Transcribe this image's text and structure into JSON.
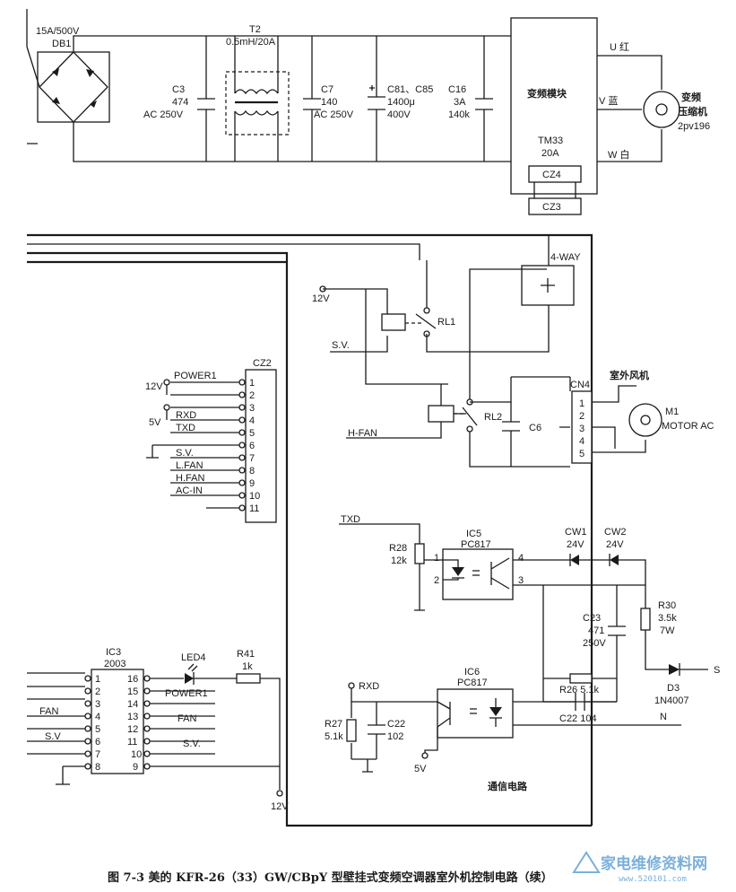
{
  "power_section": {
    "rectifier": [
      "15A/500V",
      "DB1"
    ],
    "choke": [
      "T2",
      "0.5mH/20A"
    ],
    "c3": [
      "C3",
      "474",
      "AC 250V"
    ],
    "c7": [
      "C7",
      "140",
      "AC 250V"
    ],
    "c81": [
      "C81、C85",
      "1400μ",
      "400V"
    ],
    "c16": [
      "C16",
      "3A",
      "140k"
    ],
    "module": [
      "变频模块",
      "TM33",
      "20A"
    ],
    "module_connectors": [
      "CZ4",
      "CZ3"
    ],
    "phases": [
      "U 红",
      "V 蓝",
      "W 白"
    ],
    "compressor": [
      "变频",
      "压缩机",
      "2pv196"
    ]
  },
  "relay_section": {
    "supply": "12V",
    "rl1": "RL1",
    "sv_label": "S.V.",
    "four_way": "4-WAY",
    "hfan_label": "H-FAN",
    "rl2": "RL2",
    "c6": "C6",
    "cn4": "CN4",
    "cn4_pins": [
      "1",
      "2",
      "3",
      "4",
      "5"
    ],
    "fan_title": "室外风机",
    "motor": [
      "M1",
      "MOTOR AC"
    ]
  },
  "cz2": {
    "name": "CZ2",
    "supply_12v": "12V",
    "supply_5v": "5V",
    "pins": [
      "1",
      "2",
      "3",
      "4",
      "5",
      "6",
      "7",
      "8",
      "9",
      "10",
      "11"
    ],
    "signals": [
      "POWER1",
      "RXD",
      "TXD",
      "S.V.",
      "L.FAN",
      "H.FAN",
      "AC-IN"
    ]
  },
  "ic3": {
    "name": [
      "IC3",
      "2003"
    ],
    "left_pins": [
      "1",
      "2",
      "3",
      "4",
      "5",
      "6",
      "7",
      "8"
    ],
    "right_pins": [
      "16",
      "15",
      "14",
      "13",
      "12",
      "11",
      "10",
      "9"
    ],
    "left_signals": [
      "FAN",
      "S.V"
    ],
    "right_signals": [
      "POWER1",
      "FAN",
      "S.V."
    ],
    "led": "LED4",
    "r41": [
      "R41",
      "1k"
    ],
    "supply": "12V"
  },
  "comm": {
    "txd": "TXD",
    "r28": [
      "R28",
      "12k"
    ],
    "ic5": [
      "IC5",
      "PC817"
    ],
    "ic5_pins": [
      "1",
      "2",
      "4",
      "3"
    ],
    "cw1": [
      "CW1",
      "24V"
    ],
    "cw2": [
      "CW2",
      "24V"
    ],
    "r30": [
      "R30",
      "3.5k",
      "7W"
    ],
    "c23": [
      "C23",
      "471",
      "250V"
    ],
    "d3": [
      "D3",
      "1N4007"
    ],
    "s_label": "S",
    "rxd": "RXD",
    "r27": [
      "R27",
      "5.1k"
    ],
    "c22a": [
      "C22",
      "102"
    ],
    "ic6": [
      "IC6",
      "PC817"
    ],
    "r26": "R26 5.1k",
    "c22b": "C22 104",
    "n_label": "N",
    "supply_5v": "5V",
    "title": "通信电路"
  },
  "caption": "图 7-3  美的 KFR-26（33）GW/CBpY 型壁挂式变频空调器室外机控制电路（续）",
  "watermark": [
    "家电维修资料网",
    "www.520101.com"
  ]
}
